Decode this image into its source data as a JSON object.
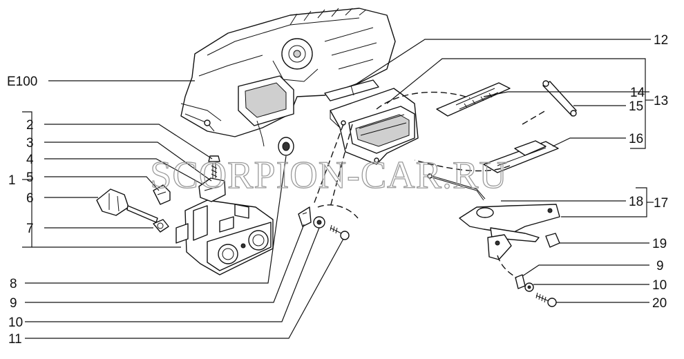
{
  "watermark": "SCORPION-CAR.RU",
  "labels": {
    "e100": "E100",
    "n1": "1",
    "n2": "2",
    "n3": "3",
    "n4": "4",
    "n5": "5",
    "n6": "6",
    "n7": "7",
    "n8": "8",
    "n9_left": "9",
    "n10_left": "10",
    "n11": "11",
    "n12": "12",
    "n13": "13",
    "n14": "14",
    "n15": "15",
    "n16": "16",
    "n17": "17",
    "n18": "18",
    "n19": "19",
    "n9_right": "9",
    "n10_right": "10",
    "n20": "20"
  }
}
